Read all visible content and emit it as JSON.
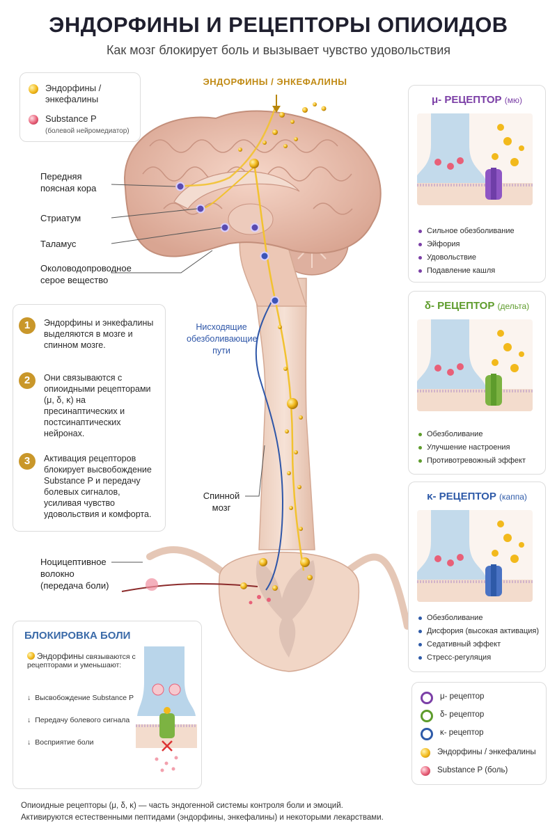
{
  "header": {
    "title": "ЭНДОРФИНЫ И РЕЦЕПТОРЫ ОПИОИДОВ",
    "subtitle": "Как мозг блокирует боль и вызывает чувство удовольствия"
  },
  "top_legend": {
    "endorphins": "Эндорфины / энкефалины",
    "substance_p": "Substance P",
    "substance_p_note": "(болевой нейромедиатор)"
  },
  "diagram": {
    "endorphins_arrow_label": "ЭНДОРФИНЫ / ЭНКЕФАЛИНЫ",
    "labels": {
      "cingulate": "Передняя поясная кора",
      "striatum": "Стриатум",
      "thalamus": "Таламус",
      "pag": "Околоводопроводное серое вещество",
      "descending": "Нисходящие обезболивающие пути",
      "spinal_cord": "Спинной мозг",
      "nociceptive": "Ноцицептивное волокно (передача боли)"
    }
  },
  "steps": [
    {
      "num": "1",
      "text": "Эндорфины и энкефалины выделяются в мозге и спинном мозге."
    },
    {
      "num": "2",
      "text": "Они связываются с опиоидными рецепторами (μ, δ, κ) на пресинаптических и постсинаптических нейронах."
    },
    {
      "num": "3",
      "text": "Активация рецепторов блокирует высвобождение Substance P и передачу болевых сигналов, усиливая чувство удовольствия и комфорта."
    }
  ],
  "receptors": {
    "mu": {
      "symbol": "μ- РЕЦЕПТОР",
      "name": "(мю)",
      "color": "#7b3fa6",
      "effects": [
        "Сильное обезболивание",
        "Эйфория",
        "Удовольствие",
        "Подавление кашля"
      ]
    },
    "delta": {
      "symbol": "δ- РЕЦЕПТОР",
      "name": "(дельта)",
      "color": "#5e9c2c",
      "effects": [
        "Обезболивание",
        "Улучшение настроения",
        "Противотревожный эффект"
      ]
    },
    "kappa": {
      "symbol": "κ- РЕЦЕПТОР",
      "name": "(каппа)",
      "color": "#2e5aa8",
      "effects": [
        "Обезболивание",
        "Дисфория (высокая активация)",
        "Седативный эффект",
        "Стресс-регуляция"
      ]
    }
  },
  "pain_block": {
    "title": "БЛОКИРОВКА БОЛИ",
    "intro_strong": "Эндорфины",
    "intro_rest": "связываются с рецепторами и уменьшают:",
    "items": [
      "Высвобождение Substance P",
      "Передачу болевого сигнала",
      "Восприятие боли"
    ]
  },
  "bottom_legend": {
    "mu": "μ- рецептор",
    "delta": "δ- рецептор",
    "kappa": "κ- рецептор",
    "endorphins": "Эндорфины / энкефалины",
    "substance_p": "Substance P (боль)"
  },
  "footer": {
    "line1": "Опиоидные рецепторы (μ, δ, κ) — часть эндогенной системы контроля боли и эмоций.",
    "line2": "Активируются естественными пептидами (эндорфины, энкефалины) и некоторыми лекарствами."
  }
}
